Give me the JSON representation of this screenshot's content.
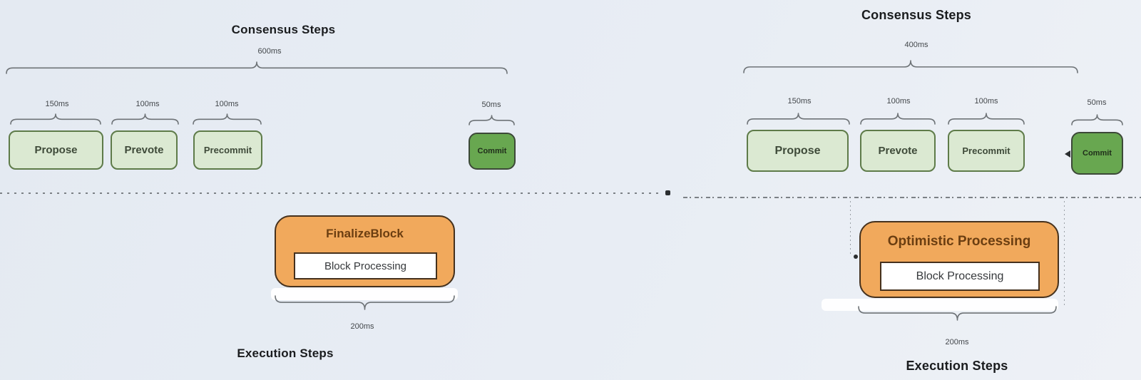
{
  "diagram": {
    "left": {
      "consensus_title": "Consensus Steps",
      "total_duration": "600ms",
      "steps": [
        {
          "label": "Propose",
          "duration": "150ms"
        },
        {
          "label": "Prevote",
          "duration": "100ms"
        },
        {
          "label": "Precommit",
          "duration": "100ms"
        },
        {
          "label": "Commit",
          "duration": "50ms"
        }
      ],
      "execution_box_title": "FinalizeBlock",
      "execution_inner_label": "Block Processing",
      "execution_duration": "200ms",
      "execution_title": "Execution Steps"
    },
    "right": {
      "consensus_title": "Consensus Steps",
      "total_duration": "400ms",
      "steps": [
        {
          "label": "Propose",
          "duration": "150ms"
        },
        {
          "label": "Prevote",
          "duration": "100ms"
        },
        {
          "label": "Precommit",
          "duration": "100ms"
        },
        {
          "label": "Commit",
          "duration": "50ms"
        }
      ],
      "execution_box_title": "Optimistic Processing",
      "execution_inner_label": "Block Processing",
      "execution_duration": "200ms",
      "execution_title": "Execution Steps"
    },
    "colors": {
      "background_top": "#e4eaf2",
      "background_bottom": "#eef1f6",
      "step_fill": "#dbe9d2",
      "step_border": "#5e7b49",
      "commit_fill": "#68a750",
      "commit_border": "#3c4838",
      "process_fill": "#f1a95c",
      "process_border": "#45311d",
      "process_title_text": "#6b3e11",
      "brace_stroke": "#6e7377"
    }
  }
}
